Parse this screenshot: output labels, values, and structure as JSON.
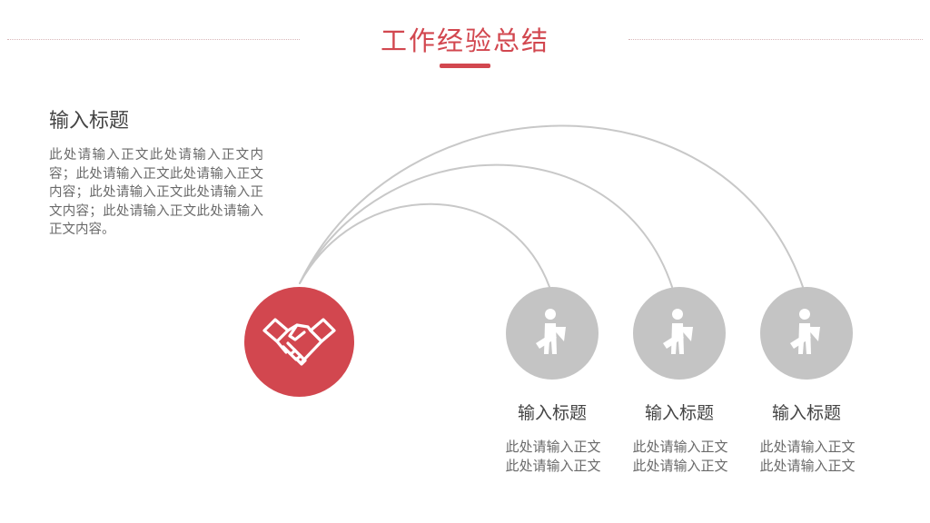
{
  "header": {
    "title": "工作经验总结"
  },
  "intro": {
    "title": "输入标题",
    "body": "此处请输入正文此处请输入正文内容；此处请输入正文此处请输入正文内容；此处请输入正文此处请输入正文内容；此处请输入正文此处请输入正文内容。"
  },
  "main_node": {
    "icon": "handshake-icon"
  },
  "nodes": [
    {
      "icon": "person-growth-icon",
      "title": "输入标题",
      "body": "此处请输入正文此处请输入正文"
    },
    {
      "icon": "person-growth-icon",
      "title": "输入标题",
      "body": "此处请输入正文此处请输入正文"
    },
    {
      "icon": "person-growth-icon",
      "title": "输入标题",
      "body": "此处请输入正文此处请输入正文"
    }
  ],
  "colors": {
    "accent": "#d2474f",
    "node_gray": "#c4c4c4",
    "arc": "#c8c8c8",
    "text_dark": "#444444",
    "text_body": "#6a6a6a"
  }
}
